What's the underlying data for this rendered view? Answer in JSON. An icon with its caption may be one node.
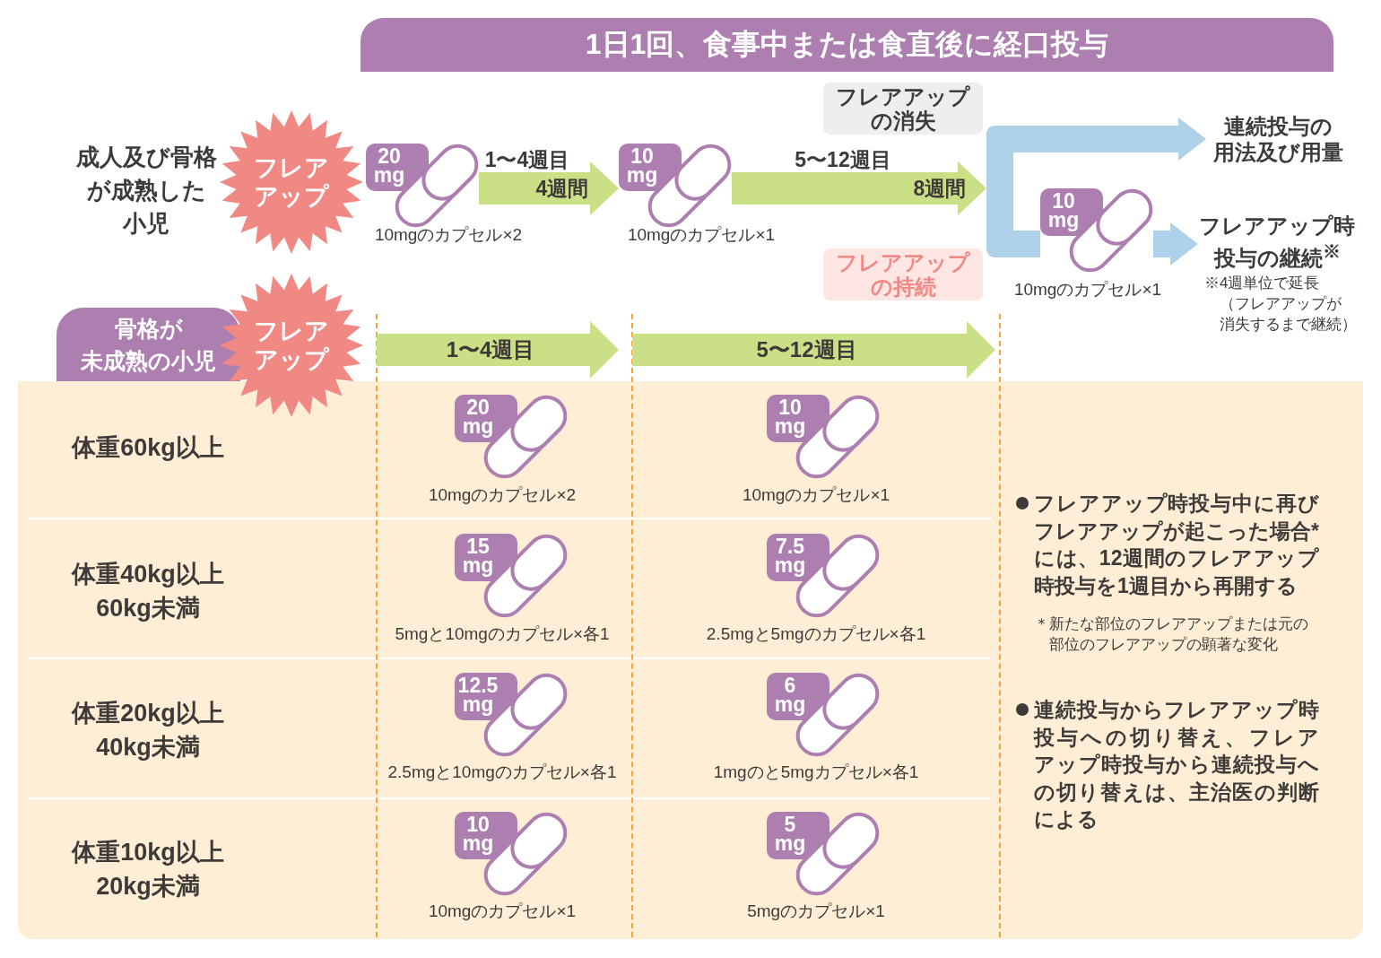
{
  "diagram": {
    "title": "1日1回、食事中または食直後に経口投与",
    "nodes": [
      {
        "text": [
          "フレアアップ"
        ]
      },
      {
        "text": [
          "20 mg"
        ],
        "beside": [
          "10mgのカプセル×2"
        ]
      },
      {
        "text": [
          "10 mg"
        ],
        "beside": [
          "10mgのカプセル×1"
        ]
      },
      {
        "text": [
          "フレアアップの消失"
        ]
      },
      {
        "text": [],
        "shape": "bar"
      },
      {
        "text": [
          "連続投与の用法及び用量"
        ]
      },
      {
        "text": [
          "10 mg"
        ],
        "beside": [
          "10mgのカプセル×1"
        ]
      },
      {
        "text": [
          "フレアアップ時投与の継続$^{※}$"
        ],
        "beside": [
          "※4週単位で延長（フレアアップが消失するまで継続）"
        ]
      },
      {
        "text": [
          "フレアアップの持続"
        ]
      },
      {
        "text": [
          "骨格が未成熟の小児"
        ]
      },
      {
        "text": [
          "フレアアップ"
        ]
      },
      {
        "text": [
          "1〜4週目"
        ]
      },
      {
        "text": [
          "5〜12週目"
        ]
      },
      {
        "text": [
          "20 mg"
        ],
        "beside": [
          "10mgのカプセル×2"
        ]
      },
      {
        "text": [
          "10 mg"
        ],
        "beside": [
          "10mgのカプセル×1"
        ]
      },
      {
        "text": [
          "15 mg"
        ],
        "beside": [
          "5mgと10mgのカプセル×各1"
        ]
      },
      {
        "text": [
          "7.5 mg"
        ],
        "beside": [
          "2.5mgと5mgのカプセル×各1"
        ]
      },
      {
        "text": [
          "12.5 mg"
        ],
        "beside": [
          "2.5mgと10mgのカプセル×各1"
        ]
      },
      {
        "text": [
          "6 mg"
        ],
        "beside": [
          "1mgのと5mgカプセル×各1"
        ]
      },
      {
        "text": [
          "10 mg"
        ],
        "beside": [
          "10mgのカプセル×1"
        ]
      },
      {
        "text": [
          "5 mg"
        ],
        "beside": [
          "5mgのカプセル×1"
        ]
      }
    ],
    "edges": [
      {
        "from": 1,
        "to": 2,
        "arrow": "to",
        "label": "4週間",
        "color": "#cadf86"
      },
      {
        "from": 2,
        "to": 4,
        "arrow": "to",
        "label": "8週間",
        "color": "#cadf86"
      },
      {
        "from": 4,
        "to": 5,
        "arrow": "to"
      },
      {
        "from": 4,
        "to": 6,
        "arrow": "none"
      },
      {
        "from": 6,
        "to": 7,
        "arrow": "to"
      }
    ],
    "labels": [
      "成人及び骨格が成熟した小児",
      "1〜4週目",
      "5〜12週目",
      "体重60kg以上",
      "体重40kg以上60kg未満",
      "体重20kg以上40kg未満",
      "体重10kg以上20kg未満",
      "フレアアップ時投与中に再びフレアアップが起こった場合*には、12週間のフレアアップ時投与を1週目から再開する",
      "＊新たな部位のフレアアップまたは元の部位のフレアアップの顕著な変化",
      "連続投与からフレアアップ時投与への切り替え、フレアアップ時投与から連続投与への切り替えは、主治医の判断による"
    ]
  }
}
